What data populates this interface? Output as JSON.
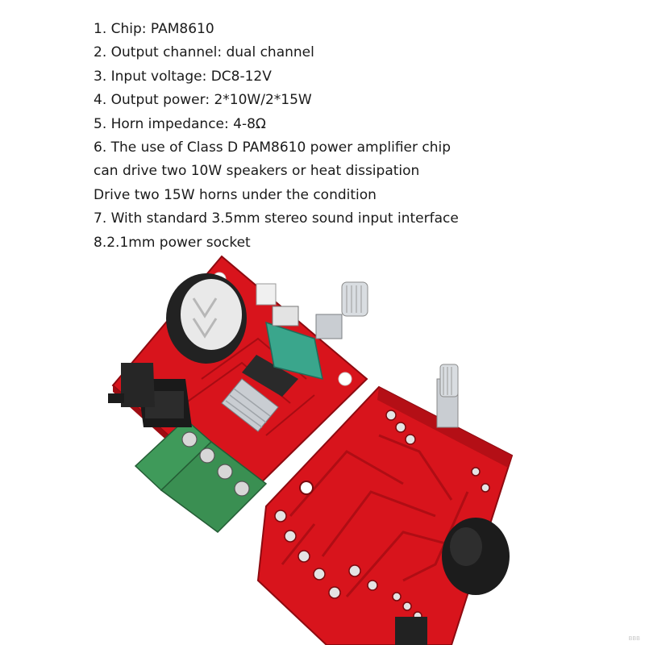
{
  "specs": [
    "1. Chip: PAM8610",
    "2. Output channel: dual channel",
    "3. Input voltage: DC8-12V",
    "4. Output power: 2*10W/2*15W",
    "5. Horn impedance: 4-8Ω",
    "6. The use of Class D PAM8610 power amplifier chip",
    "can drive two 10W speakers or heat dissipation",
    "Drive two 15W horns under the condition",
    "7. With standard 3.5mm stereo sound input interface",
    "8.2.1mm power socket"
  ],
  "watermark": "BBB",
  "colors": {
    "pcb_red": "#d8141c",
    "pcb_red_dark": "#9e0c12",
    "terminal_green": "#3f9a5a",
    "pot_teal": "#3aa68c",
    "metal": "#c9cdd2"
  }
}
